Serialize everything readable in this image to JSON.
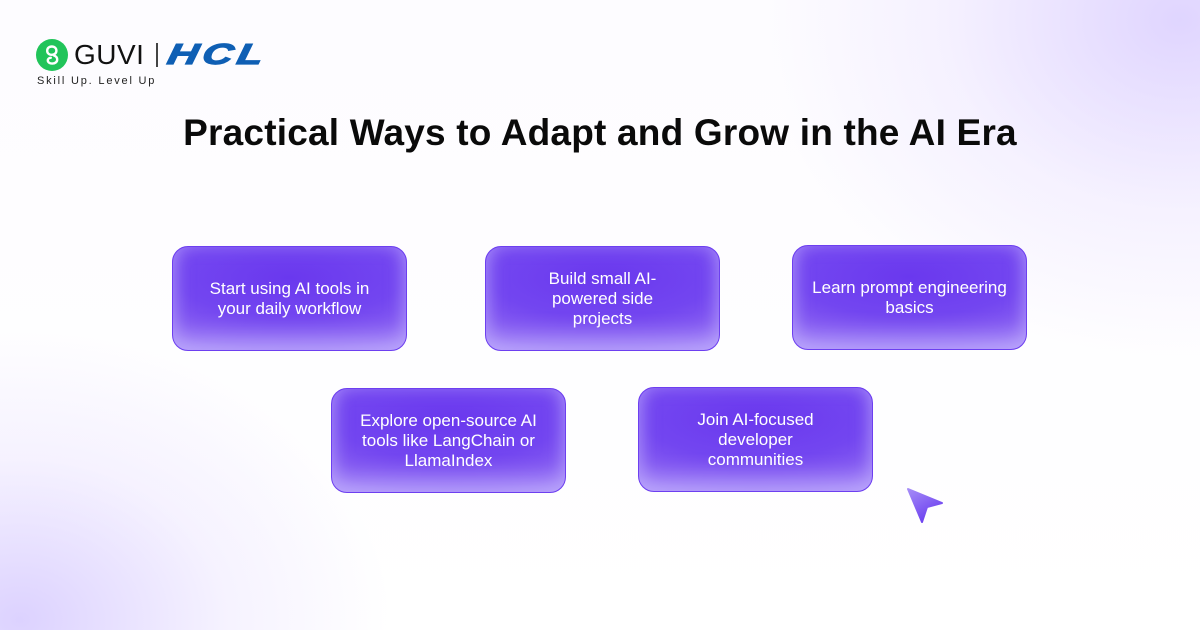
{
  "brand": {
    "guvi_label": "GUVI",
    "hcl_label": "HCL",
    "tagline": "Skill Up. Level Up",
    "guvi_color": "#21c45a",
    "hcl_color": "#0f5fb4"
  },
  "header": {
    "title": "Practical Ways to Adapt and Grow in the AI Era"
  },
  "cards": [
    {
      "label": "Start using AI tools in your daily workflow"
    },
    {
      "label": "Build small AI-powered side projects"
    },
    {
      "label": "Learn prompt engineering basics"
    },
    {
      "label": "Explore open-source AI tools like LangChain or LlamaIndex"
    },
    {
      "label": "Join AI-focused developer communities"
    }
  ],
  "theme": {
    "card_color": "#6d3ff0",
    "card_text_color": "#ffffff",
    "title_color": "#0a0a0a",
    "cursor_icon": "pointer-arrow-icon"
  }
}
